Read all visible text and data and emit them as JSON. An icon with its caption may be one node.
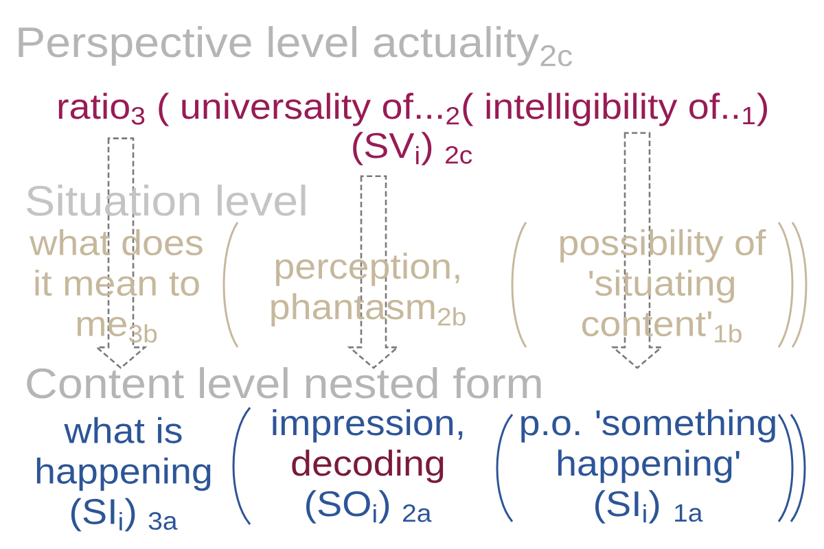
{
  "diagram": {
    "nodes": [
      {
        "text": [
          "ratio$_{3}$"
        ]
      },
      {
        "text": [
          "( intelligibility of..$_{1}$)"
        ]
      },
      {
        "text": [
          "(SV$_{i}$) $_{2c}$"
        ]
      },
      {
        "text": [
          "what is happening (SI$_{i}$) $_{3a}$"
        ]
      },
      {
        "text": [
          "impression,",
          "decoding",
          "(SO$_{i}$) $_{2a}$"
        ]
      },
      {
        "text": [
          "p.o. 'something happening' (SI$_{i}$) $_{1a}$"
        ]
      }
    ],
    "edges": [
      {
        "from": 0,
        "to": 3,
        "arrow": "to",
        "style": "dashed"
      },
      {
        "from": 2,
        "to": 4,
        "arrow": "to",
        "style": "dashed"
      },
      {
        "from": 1,
        "to": 5,
        "arrow": "to",
        "style": "dashed"
      }
    ],
    "labels": [
      "Perspective level actuality$_{2c}$",
      "( universality of...$_{2}$",
      "Situation level",
      "what does it mean to me$_{3b}$",
      "perception, phantasm$_{2b}$",
      "possibility of 'situating content'$_{1b}$",
      "Content level nested form"
    ]
  }
}
